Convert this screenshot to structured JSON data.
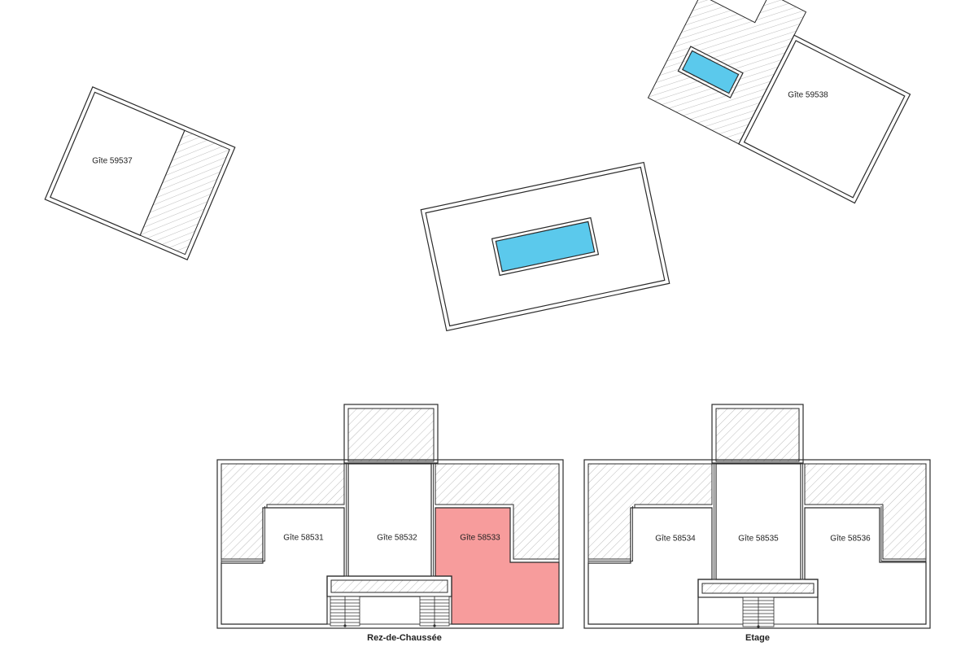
{
  "gites": {
    "g59537": "Gîte 59537",
    "g59538": "Gîte 59538",
    "g58531": "Gîte 58531",
    "g58532": "Gîte 58532",
    "g58533": "Gîte 58533",
    "g58534": "Gîte 58534",
    "g58535": "Gîte 58535",
    "g58536": "Gîte 58536"
  },
  "captions": {
    "ground_floor": "Rez-de-Chaussée",
    "upper_floor": "Etage"
  },
  "colors": {
    "selected_gite": "#f79c9c",
    "pool": "#5bc9ec",
    "wall": "#2b2b2b",
    "background": "#ffffff"
  }
}
